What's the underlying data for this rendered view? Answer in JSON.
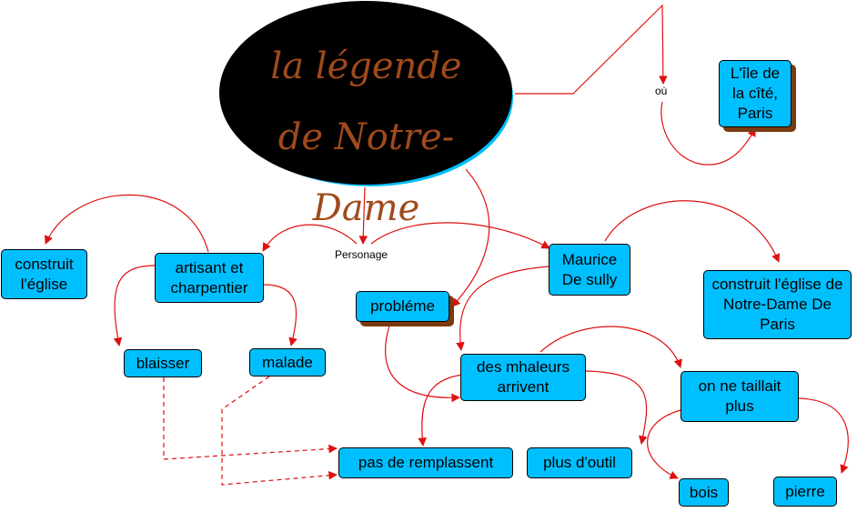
{
  "title": {
    "line1": "la légende",
    "line2": "de Notre-Dame"
  },
  "link_labels": {
    "ou": "où",
    "personage": "Personage"
  },
  "nodes": {
    "ile_cite": "L'île de la cîté, Paris",
    "construit_eglise": "construit l'église",
    "artisant": "artisant et charpentier",
    "maurice": "Maurice De sully",
    "construit_notre_dame": "construit l'église de Notre-Dame De Paris",
    "probleme": "probléme",
    "blaisser": "blaisser",
    "malade": "malade",
    "mhaleurs": "des mhaleurs arrivent",
    "taillait": "on ne taillait plus",
    "remplassent": "pas de remplassent",
    "outil": "plus d'outil",
    "bois": "bois",
    "pierre": "pierre"
  },
  "colors": {
    "node_fill": "#00bfff",
    "link": "#e01010",
    "title_text": "#a04a1c",
    "title_fill": "#000000",
    "title_shadow": "#00bfff",
    "node_shadow": "#7a3a10"
  }
}
